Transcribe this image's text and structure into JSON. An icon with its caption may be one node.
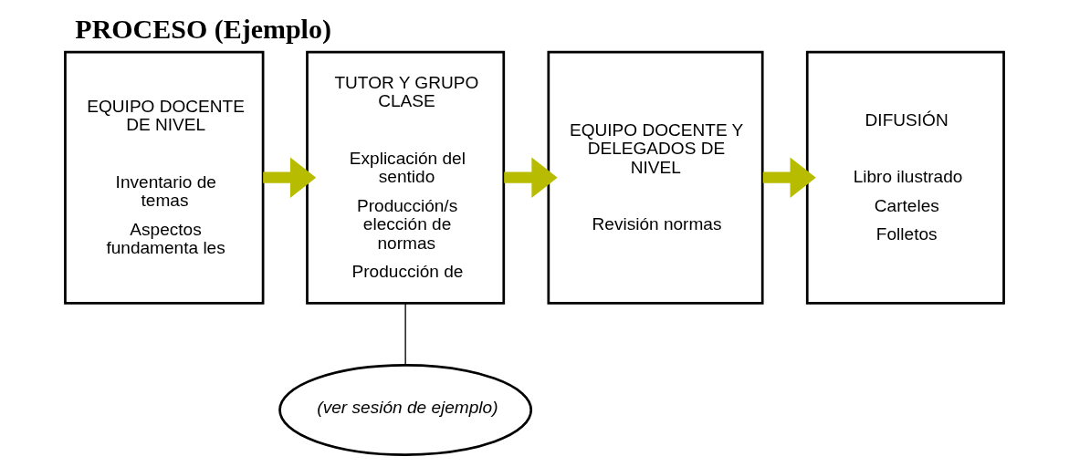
{
  "diagram": {
    "title": "PROCESO (Ejemplo)",
    "nodes": [
      {
        "text": [
          "EQUIPO DOCENTE DE NIVEL",
          "Inventario de temas",
          "Aspectos fundamenta les"
        ]
      },
      {
        "text": [
          "TUTOR Y GRUPO CLASE",
          "Explicación del sentido",
          "Producción/s elección de normas",
          "Producción de"
        ]
      },
      {
        "text": [
          "EQUIPO DOCENTE Y DELEGADOS DE NIVEL",
          "Revisión normas"
        ]
      },
      {
        "text": [
          "DIFUSIÓN",
          "Libro ilustrado",
          "Carteles",
          "Folletos"
        ]
      },
      {
        "text": [
          "(ver sesión de ejemplo)"
        ]
      }
    ],
    "edges": [
      {
        "from": 0,
        "to": 1,
        "arrow": "to",
        "color": "#b8bc00"
      },
      {
        "from": 1,
        "to": 2,
        "arrow": "to",
        "color": "#b8bc00"
      },
      {
        "from": 2,
        "to": 3,
        "arrow": "to",
        "color": "#b8bc00"
      },
      {
        "from": 1,
        "to": 4,
        "arrow": "none",
        "color": "#000000"
      }
    ]
  }
}
